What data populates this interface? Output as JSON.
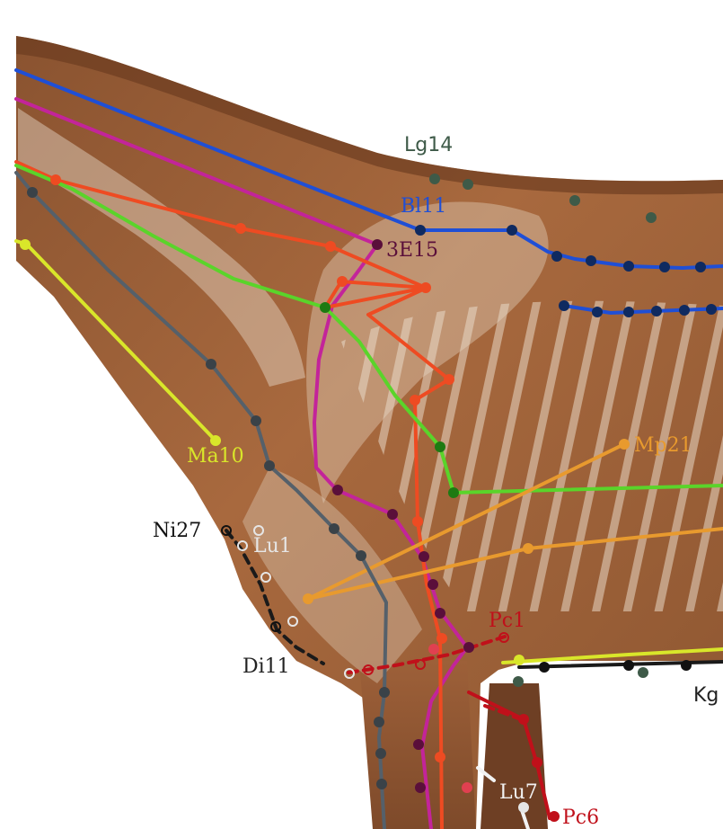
{
  "diagram": {
    "labels": {
      "lg14": "Lg14",
      "bl11": "Bl11",
      "e15": "3E15",
      "ma10": "Ma10",
      "mp21": "Mp21",
      "ni27": "Ni27",
      "lu1": "Lu1",
      "di11": "Di11",
      "pc1": "Pc1",
      "lu7": "Lu7",
      "pc6": "Pc6",
      "kg": "Kg"
    },
    "meridian_colors": {
      "lung_green": "#3e5a48",
      "bladder_blue": "#1f4fd6",
      "triple_heater_magenta": "#c3249a",
      "gallbladder_orange": "#ee4b22",
      "liver_green": "#5ad42a",
      "stomach_yellow": "#d9e62a",
      "spleen_orange": "#e89a2e",
      "kidney_black": "#1a1a1a",
      "large_intestine_gray": "#55606a",
      "pericardium_red": "#c0101a",
      "outline_white": "#e8e8e8"
    }
  }
}
